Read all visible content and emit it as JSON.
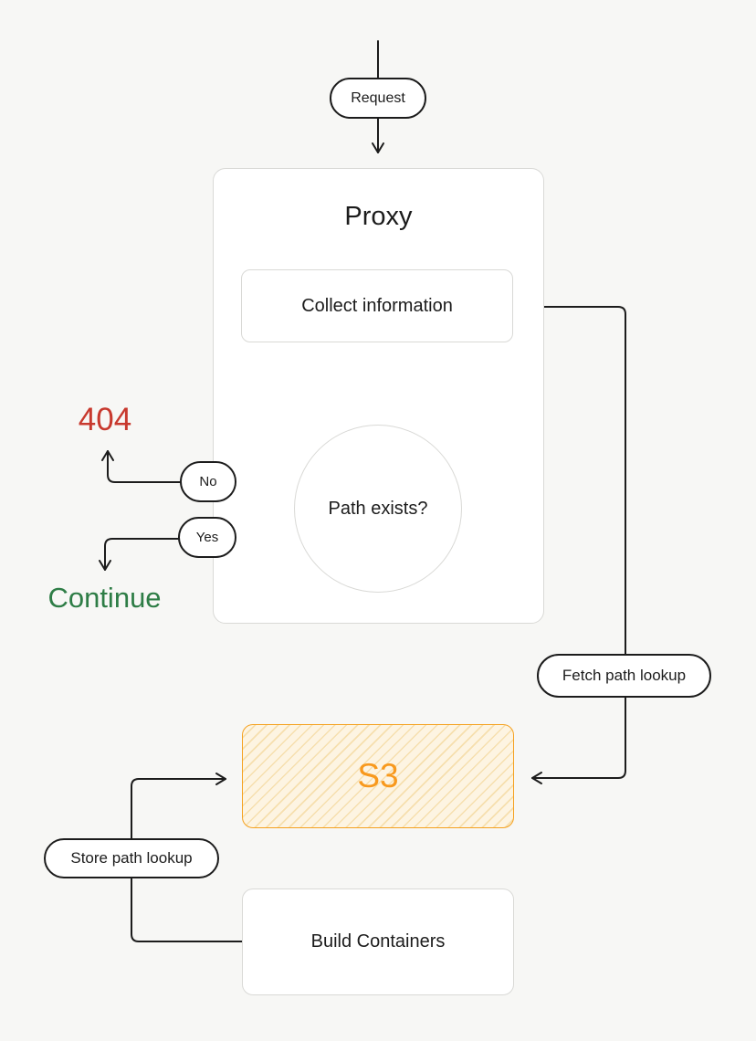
{
  "diagram": {
    "background_color": "#f7f7f5",
    "line_color": "#1c1c1c",
    "muted_border_color": "#d9d9d6"
  },
  "nodes": {
    "request": {
      "label": "Request"
    },
    "proxy": {
      "title": "Proxy"
    },
    "collect_info": {
      "label": "Collect information"
    },
    "path_exists": {
      "label": "Path exists?"
    },
    "branch_no": {
      "label": "No"
    },
    "branch_yes": {
      "label": "Yes"
    },
    "outcome_404": {
      "label": "404",
      "color": "#c8392e"
    },
    "outcome_continue": {
      "label": "Continue",
      "color": "#2e7d46"
    },
    "fetch_path_lookup": {
      "label": "Fetch path lookup"
    },
    "s3": {
      "label": "S3",
      "border_color": "#f5a11f",
      "text_color": "#f8991d",
      "fill_color": "#fdf4e2",
      "hatch_color": "#f6dfae"
    },
    "store_path_lookup": {
      "label": "Store path lookup"
    },
    "build_containers": {
      "label": "Build Containers"
    }
  }
}
